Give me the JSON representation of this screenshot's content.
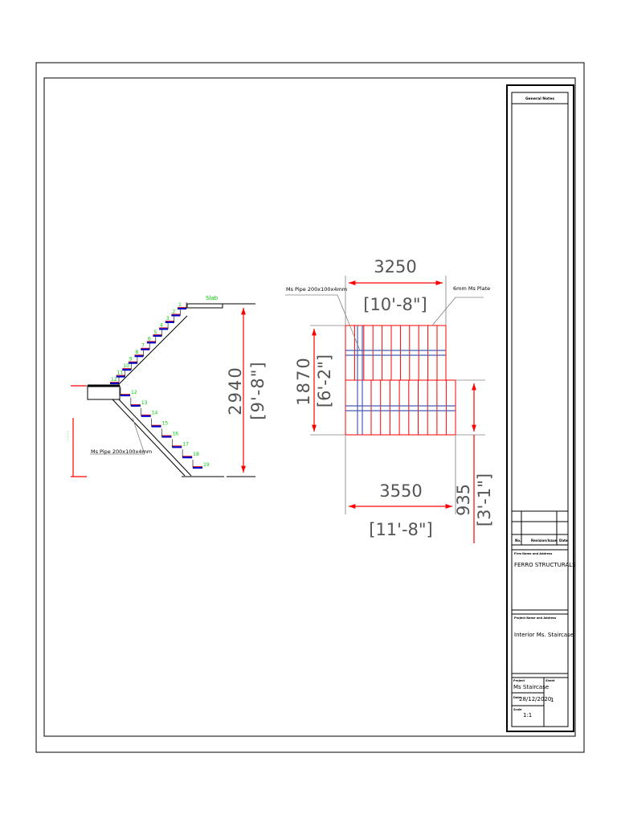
{
  "drawing": {
    "side_view": {
      "slab_label": "Slab",
      "upper_step_numbers": [
        "1",
        "2",
        "3",
        "4",
        "5",
        "6",
        "7",
        "8",
        "9",
        "10",
        "11",
        "12"
      ],
      "lower_step_numbers": [
        "12",
        "13",
        "14",
        "15",
        "16",
        "17",
        "18",
        "19"
      ],
      "pipe_label": "Ms Pipe 200x100x4mm",
      "height_mm": "2940",
      "height_ft": "[9'-8\"]"
    },
    "plan_view": {
      "top_width_mm": "3250",
      "top_width_ft": "[10'-8\"]",
      "bottom_width_mm": "3550",
      "bottom_width_ft": "[11'-8\"]",
      "left_height_mm": "1870",
      "left_height_ft": "[6'-2\"]",
      "right_height_mm": "935",
      "right_height_ft": "[3'-1\"]",
      "pipe_label": "Ms Pipe 200x100x4mm",
      "plate_label": "6mm Ms Plate"
    }
  },
  "title_block": {
    "general_notes_heading": "General Notes",
    "revision_headers": {
      "no": "No.",
      "revision": "Revision/Issue",
      "date": "Date"
    },
    "firm_heading": "Firm Name and Address",
    "firm_name": "FERRO STRUCTURALS",
    "project_heading": "Project Name and Address",
    "project_name": "Interior Ms. Staircase",
    "project_label": "Project",
    "project_value": "Ms Staircase",
    "sheet_label": "Sheet",
    "sheet_value": "1",
    "date_label": "Date",
    "date_value": "28/12/2020",
    "scale_label": "Scale",
    "scale_value": "1:1"
  },
  "colors": {
    "dimension": "#ff0000",
    "step_number": "#00cc00",
    "tread": "#0000cc",
    "tread_top": "#cc0000",
    "plan_rail": "#4a5bb0",
    "leader": "#808080"
  }
}
